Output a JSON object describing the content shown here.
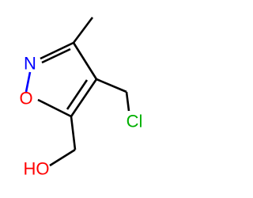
{
  "molecule": {
    "atoms": {
      "nitrogen": {
        "symbol": "N",
        "color": "#0000ff"
      },
      "ring_oxygen": {
        "symbol": "O",
        "color": "#ff0000"
      },
      "chlorine": {
        "symbol": "Cl",
        "color": "#00b000"
      },
      "hydroxyl": {
        "symbol": "HO",
        "color": "#ff0000"
      }
    },
    "bond_color": "#000000"
  }
}
